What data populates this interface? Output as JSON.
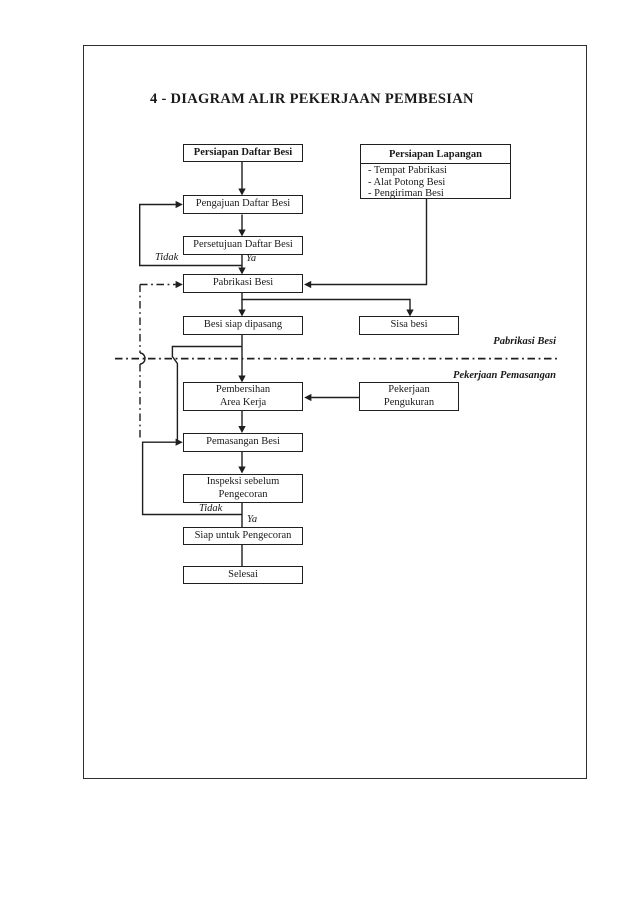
{
  "title": "4 - DIAGRAM ALIR PEKERJAAN PEMBESIAN",
  "colors": {
    "ink": "#1f1f1f",
    "paper": "#ffffff"
  },
  "nodes": {
    "persiapan_daftar_besi": {
      "label": "Persiapan Daftar Besi"
    },
    "persiapan_lapangan": {
      "title": "Persiapan Lapangan",
      "items": [
        "- Tempat Pabrikasi",
        "- Alat Potong Besi",
        "- Pengiriman Besi"
      ]
    },
    "pengajuan_daftar_besi": {
      "label": "Pengajuan Daftar Besi"
    },
    "persetujuan_daftar_besi": {
      "label": "Persetujuan Daftar Besi"
    },
    "pabrikasi_besi": {
      "label": "Pabrikasi Besi"
    },
    "besi_siap_dipasang": {
      "label": "Besi siap dipasang"
    },
    "sisa_besi": {
      "label": "Sisa besi"
    },
    "pembersihan_area_kerja": {
      "line1": "Pembersihan",
      "line2": "Area Kerja"
    },
    "pekerjaan_pengukuran": {
      "line1": "Pekerjaan",
      "line2": "Pengukuran"
    },
    "pemasangan_besi": {
      "label": "Pemasangan Besi"
    },
    "inspeksi_sebelum_pengecoran": {
      "line1": "Inspeksi sebelum",
      "line2": "Pengecoran"
    },
    "siap_untuk_pengecoran": {
      "label": "Siap untuk Pengecoran"
    },
    "selesai": {
      "label": "Selesai"
    }
  },
  "edge_labels": {
    "persetujuan_tidak": "Tidak",
    "persetujuan_ya": "Ya",
    "inspeksi_tidak": "Tidak",
    "inspeksi_ya": "Ya"
  },
  "section_labels": {
    "atas": "Pabrikasi Besi",
    "bawah": "Pekerjaan Pemasangan"
  }
}
